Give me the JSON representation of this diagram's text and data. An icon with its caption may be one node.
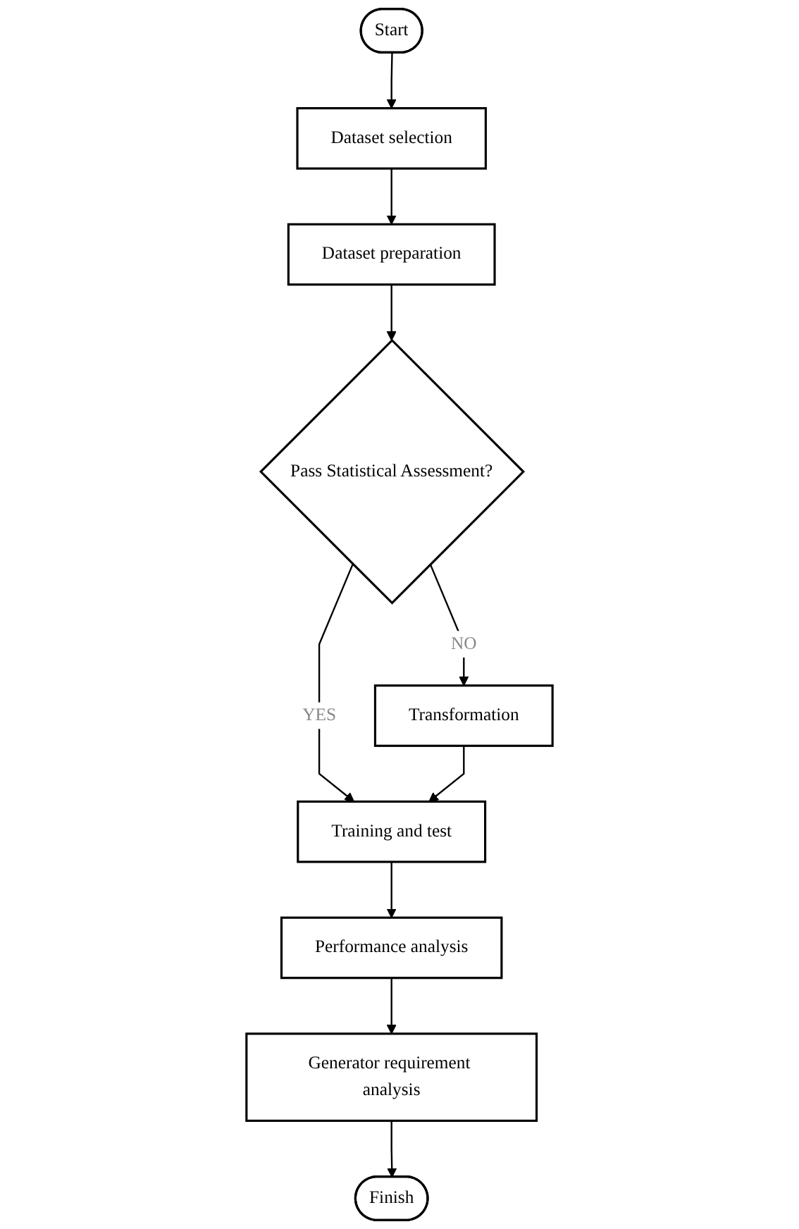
{
  "diagram": {
    "nodes": [
      {
        "text": [
          "Start"
        ]
      },
      {
        "text": [
          "Dataset selection"
        ]
      },
      {
        "text": [
          "Dataset preparation"
        ]
      },
      {
        "text": [
          "Pass Statistical Assessment?"
        ]
      },
      {
        "text": [
          "Transformation"
        ]
      },
      {
        "text": [
          "Training and test"
        ]
      },
      {
        "text": [
          "Performance analysis"
        ]
      },
      {
        "text": [
          "Generator requirement analysis"
        ]
      },
      {
        "text": [
          "Finish"
        ]
      }
    ],
    "edges": [
      {
        "from": 0,
        "to": 1,
        "arrow": "to"
      },
      {
        "from": 1,
        "to": 2,
        "arrow": "to"
      },
      {
        "from": 2,
        "to": 3,
        "arrow": "to"
      },
      {
        "from": 3,
        "to": 4,
        "arrow": "to",
        "label": "NO"
      },
      {
        "from": 3,
        "to": 5,
        "arrow": "to",
        "label": "YES"
      },
      {
        "from": 4,
        "to": 5,
        "arrow": "to"
      },
      {
        "from": 5,
        "to": 6,
        "arrow": "to"
      },
      {
        "from": 6,
        "to": 7,
        "arrow": "to"
      },
      {
        "from": 7,
        "to": 8,
        "arrow": "to"
      }
    ]
  }
}
